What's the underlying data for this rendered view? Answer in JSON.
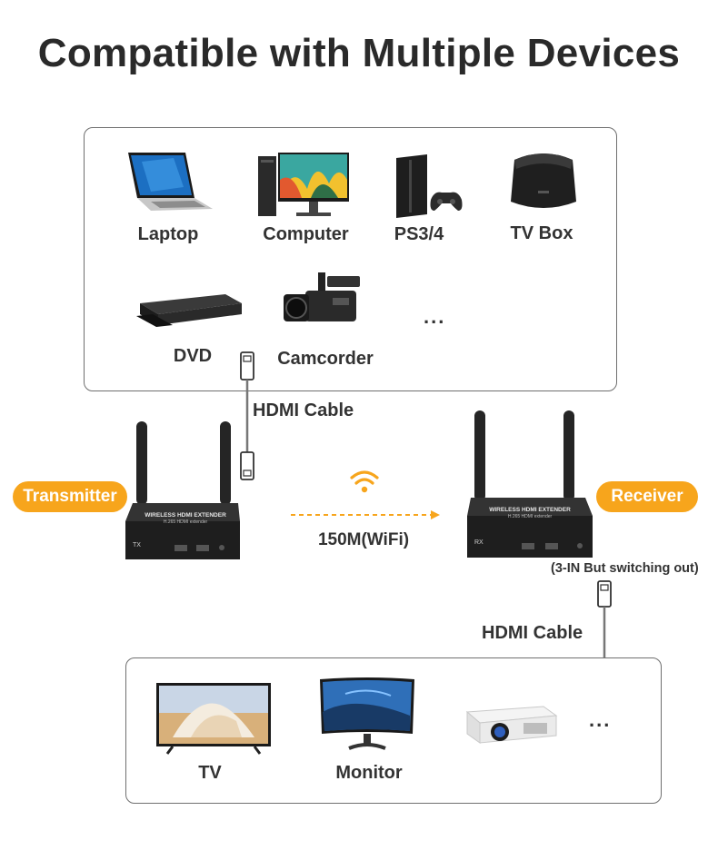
{
  "title": "Compatible with Multiple Devices",
  "source_devices": [
    {
      "label": "Laptop",
      "icon": "laptop-icon"
    },
    {
      "label": "Computer",
      "icon": "computer-icon"
    },
    {
      "label": "PS3/4",
      "icon": "game-console-icon"
    },
    {
      "label": "TV Box",
      "icon": "tv-box-icon"
    },
    {
      "label": "DVD",
      "icon": "dvd-player-icon"
    },
    {
      "label": "Camcorder",
      "icon": "camcorder-icon"
    }
  ],
  "source_more": "...",
  "cable_top_label": "HDMI Cable",
  "transmitter": {
    "badge": "Transmitter",
    "device_text": "WIRELESS HDMI EXTENDER",
    "device_subtext": "H.265 HDMI extender",
    "tag": "TX"
  },
  "wifi_label": "150M(WiFi)",
  "receiver": {
    "badge": "Receiver",
    "device_text": "WIRELESS HDMI EXTENDER",
    "device_subtext": "H.265 HDMI extender",
    "tag": "RX",
    "note": "(3-IN But switching out)"
  },
  "cable_bottom_label": "HDMI Cable",
  "display_devices": [
    {
      "label": "TV",
      "icon": "tv-icon"
    },
    {
      "label": "Monitor",
      "icon": "monitor-icon"
    },
    {
      "label": "",
      "icon": "projector-icon"
    }
  ],
  "display_more": "...",
  "colors": {
    "accent": "#f7a51c",
    "text": "#2d2d2d",
    "border": "#6f6f6f",
    "device": "#2b2b2b"
  }
}
